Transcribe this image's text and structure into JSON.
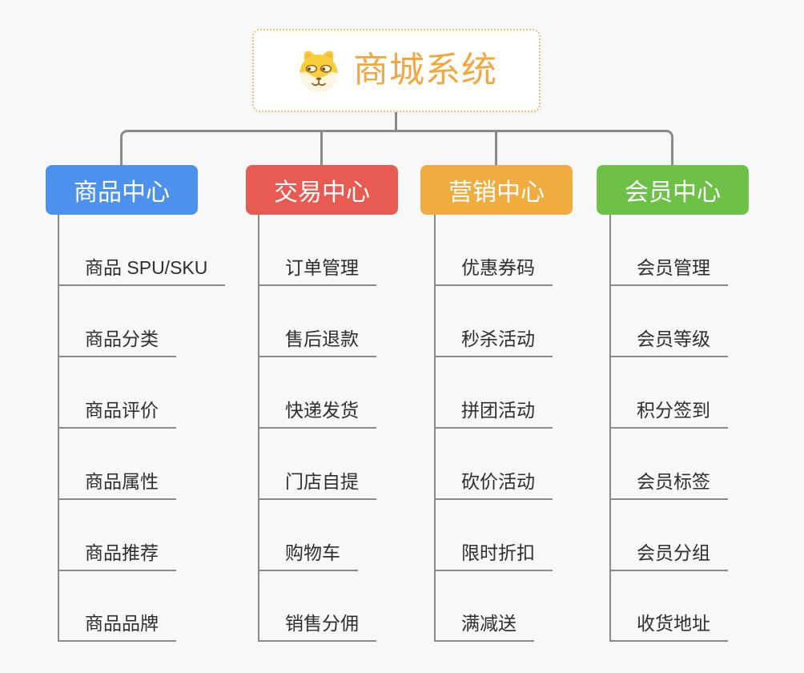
{
  "root": {
    "title": "商城系统",
    "icon": "dog-face-icon"
  },
  "branches": [
    {
      "label": "商品中心",
      "color": "#4c92ec",
      "items": [
        "商品 SPU/SKU",
        "商品分类",
        "商品评价",
        "商品属性",
        "商品推荐",
        "商品品牌"
      ]
    },
    {
      "label": "交易中心",
      "color": "#e85b53",
      "items": [
        "订单管理",
        "售后退款",
        "快递发货",
        "门店自提",
        "购物车",
        "销售分佣"
      ]
    },
    {
      "label": "营销中心",
      "color": "#f0ac3e",
      "items": [
        "优惠券码",
        "秒杀活动",
        "拼团活动",
        "砍价活动",
        "限时折扣",
        "满减送"
      ]
    },
    {
      "label": "会员中心",
      "color": "#6dc147",
      "items": [
        "会员管理",
        "会员等级",
        "积分签到",
        "会员标签",
        "会员分组",
        "收货地址"
      ]
    }
  ],
  "colors": {
    "canvas_background": "#f8f8f8",
    "connector": "#8a8a8a",
    "root_title": "#f0a843",
    "root_border": "#efbf75",
    "leaf_text": "#2e2e2e"
  }
}
